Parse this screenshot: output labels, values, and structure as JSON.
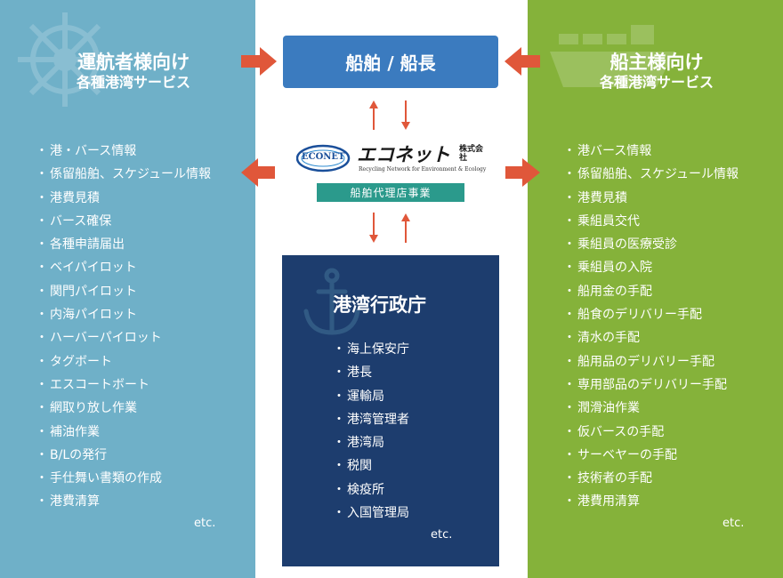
{
  "left": {
    "title_line1": "運航者様向け",
    "title_line2": "各種港湾サービス",
    "items": [
      "港・バース情報",
      "係留船舶、スケジュール情報",
      "港費見積",
      "バース確保",
      "各種申請届出",
      "ベイパイロット",
      "関門パイロット",
      "内海パイロット",
      "ハーバーパイロット",
      "タグボート",
      "エスコートボート",
      "網取り放し作業",
      "補油作業",
      "B/Lの発行",
      "手仕舞い書類の作成",
      "港費清算"
    ],
    "etc": "etc.",
    "watermark_icon": "ship-wheel-icon"
  },
  "right": {
    "title_line1": "船主様向け",
    "title_line2": "各種港湾サービス",
    "items": [
      "港バース情報",
      "係留船舶、スケジュール情報",
      "港費見積",
      "乗組員交代",
      "乗組員の医療受診",
      "乗組員の入院",
      "船用金の手配",
      "船食のデリバリー手配",
      "清水の手配",
      "船用品のデリバリー手配",
      "専用部品のデリバリー手配",
      "潤滑油作業",
      "仮バースの手配",
      "サーベヤーの手配",
      "技術者の手配",
      "港費用清算"
    ],
    "etc": "etc.",
    "watermark_icon": "ship-icon"
  },
  "center": {
    "ship_box": "船舶 / 船長",
    "logo_badge": "ECONET",
    "logo_text": "エコネット",
    "logo_suffix": "株式会社",
    "logo_tagline": "Recycling Network for Environment & Ecology",
    "agency_label": "船舶代理店事業",
    "port_title": "港湾行政庁",
    "port_items": [
      "海上保安庁",
      "港長",
      "運輸局",
      "港湾管理者",
      "港湾局",
      "税関",
      "検疫所",
      "入国管理局"
    ],
    "port_etc": "etc.",
    "port_icon": "anchor-icon"
  },
  "colors": {
    "left_panel": "#6fb0c8",
    "right_panel": "#85b23a",
    "ship_box": "#3b7bbf",
    "port_box": "#1d3d6e",
    "agency": "#2b9a8c",
    "arrow": "#e0573a"
  }
}
